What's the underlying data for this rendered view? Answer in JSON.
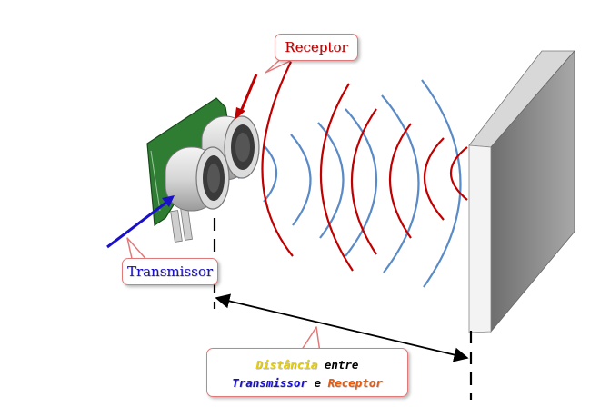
{
  "labels": {
    "receptor": "Receptor",
    "transmissor": "Transmissor",
    "distance_line1_a": "Distância",
    "distance_line1_b": "entre",
    "distance_line2_a": "Transmissor",
    "distance_line2_b": "e",
    "distance_line2_c": "Receptor"
  },
  "colors": {
    "receptor": "#c00000",
    "transmissor": "#1a10c8",
    "distancia": "#e8d000",
    "entre": "#000000",
    "e": "#000000",
    "receptor_small": "#e85a10",
    "wave_blue": "#5b8bc6",
    "wave_red": "#c00000",
    "arrow_receptor": "#c00000",
    "arrow_transmissor": "#1a10c8",
    "sensor_board": "#2e7d32",
    "wall_front": "#f0f0f0",
    "wall_side": "#8a8a8a"
  }
}
